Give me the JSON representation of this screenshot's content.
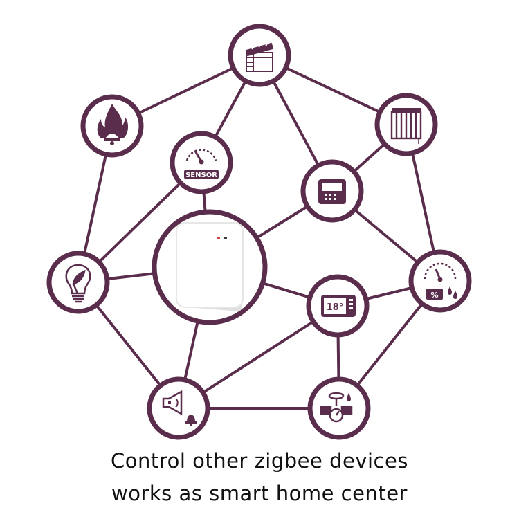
{
  "colors": {
    "accent": "#5a2d4c",
    "background": "#ffffff",
    "hub_device": "#f4f4f4"
  },
  "hub": {
    "icon": "zigbee-gateway-hub"
  },
  "nodes": [
    {
      "id": "scene",
      "icon": "clapperboard-icon"
    },
    {
      "id": "fire",
      "icon": "fire-alarm-icon"
    },
    {
      "id": "curtain",
      "icon": "window-blind-icon"
    },
    {
      "id": "sensor",
      "icon": "sensor-gauge-icon",
      "label": "SENSOR"
    },
    {
      "id": "panel",
      "icon": "control-panel-icon"
    },
    {
      "id": "bulb",
      "icon": "eco-bulb-icon"
    },
    {
      "id": "humidity",
      "icon": "humidity-gauge-icon",
      "label": "%"
    },
    {
      "id": "thermostat",
      "icon": "thermostat-icon",
      "label": "18°"
    },
    {
      "id": "siren",
      "icon": "siren-speaker-icon"
    },
    {
      "id": "valve",
      "icon": "water-valve-icon"
    }
  ],
  "caption": {
    "line1": "Control other zigbee devices",
    "line2": "works as smart home center"
  }
}
